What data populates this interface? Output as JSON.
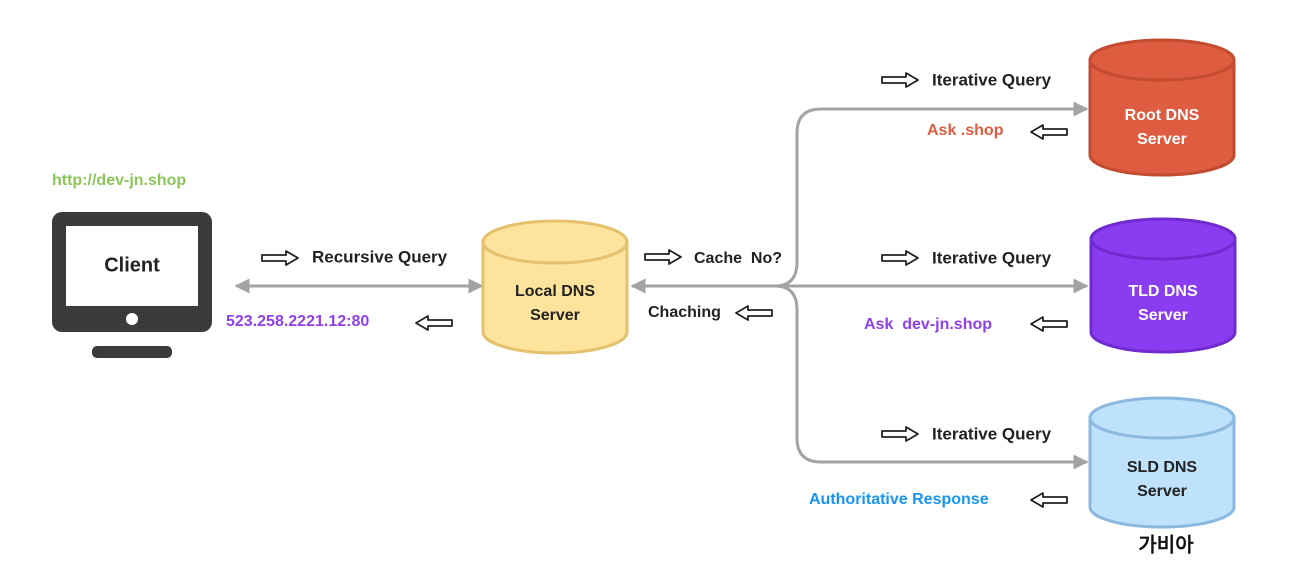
{
  "colors": {
    "connector": "#a3a3a3",
    "root_fill": "#de5c40",
    "tld_fill": "#8a3df0",
    "sld_fill": "#bfe2fc",
    "local_fill": "#fde39c",
    "url_text": "#8cc659",
    "ip_text": "#9040e8",
    "root_ask_text": "#de5c40",
    "tld_ask_text": "#9040e8",
    "auth_text": "#1895ef"
  },
  "client": {
    "url": "http://dev-jn.shop",
    "label": "Client",
    "icon": "monitor-icon"
  },
  "local_server": {
    "line1": "Local DNS",
    "line2": "Server"
  },
  "recursive": {
    "query_label": "Recursive Query",
    "response_ip": "523.258.2221.12:80"
  },
  "cache": {
    "question": "Cache  No?",
    "caching_label": "Chaching"
  },
  "root": {
    "line1": "Root DNS",
    "line2": "Server",
    "query_label": "Iterative Query",
    "answer": "Ask .shop"
  },
  "tld": {
    "line1": "TLD DNS",
    "line2": "Server",
    "query_label": "Iterative Query",
    "answer": "Ask  dev-jn.shop"
  },
  "sld": {
    "line1": "SLD DNS",
    "line2": "Server",
    "query_label": "Iterative Query",
    "answer": "Authoritative Response"
  },
  "watermark": "가비아"
}
